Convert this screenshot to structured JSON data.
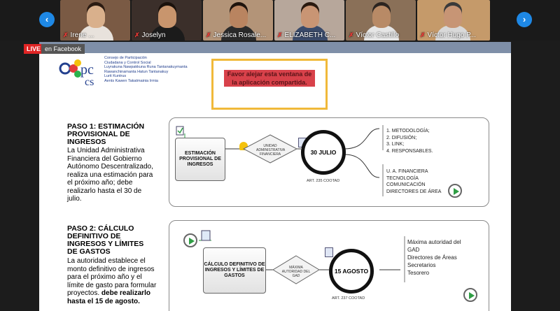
{
  "participants": [
    {
      "name": "Irene ...",
      "bg": "#7a5a44",
      "skin": "#d9b08c",
      "hair": "#2b1b12"
    },
    {
      "name": "Joselyn",
      "bg": "#3b2f2a",
      "skin": "#c8956d",
      "hair": "#1b120c"
    },
    {
      "name": "Jessica Rosale...",
      "bg": "#b39478",
      "skin": "#b98460",
      "hair": "#1f140d"
    },
    {
      "name": "ELIZABETH C...",
      "bg": "#b7a79b",
      "skin": "#c99574",
      "hair": "#2a1a10"
    },
    {
      "name": "Víctor Castillo",
      "bg": "#8a7058",
      "skin": "#b88a66",
      "hair": "#2b2420"
    },
    {
      "name": "Víctor Hugo P...",
      "bg": "#c59a6a",
      "skin": "#c79575",
      "hair": "#3a3a3a"
    }
  ],
  "stream": {
    "live_label": "LIVE",
    "platform_label": "en Facebook"
  },
  "logo": {
    "letters": "cpccs",
    "text": "Consejo de Participación\nCiudadana y Control Social\nLuyrakuna Nawpakkuna Runa Tantanakuymanta\nRawanchinamanta Hatun Tantanakuy\nLurit Kuntrus\nAents Kawen Takatmainia Irmia"
  },
  "warning": {
    "text": "Favor alejar esta ventana de la aplicación compartida."
  },
  "step1": {
    "title": "PASO 1: ESTIMACIÓN PROVISIONAL DE INGRESOS",
    "text": "La Unidad Administrativa Financiera del Gobierno Autónomo Descentralizado, realiza una estimación para el próximo año; debe realizarlo hasta el 30 de julio.",
    "node_label": "ESTIMACIÓN PROVISIONAL DE INGRESOS",
    "diamond_label": "UNIDAD ADMINISTRATIVA FINANCIERA",
    "date": "30 JULIO",
    "article": "ART. 235 COOTAD",
    "list_top": [
      "1. METODOLOGÍA;",
      "2. DIFUSIÓN;",
      "3. LINK;",
      "4. RESPONSABLES."
    ],
    "list_bottom": [
      "U. A. FINANCIERA",
      "TECNOLOGÍA",
      "COMUNICACIÓN",
      "DIRECTORES DE ÁREA"
    ]
  },
  "step2": {
    "title": "PASO 2: CÁLCULO DEFINITIVO DE INGRESOS Y LÍMITES DE GASTOS",
    "text": "La autoridad establece el monto definitivo de ingresos para el próximo año y el límite de gasto para formular proyectos.",
    "text_bold": "debe realizarlo hasta el 15 de agosto.",
    "node_label": "CÁLCULO DEFINITIVO DE INGRESOS Y LÍMITES DE GASTOS",
    "diamond_label": "MÁXIMA AUTORIDAD DEL GAD",
    "date": "15 AGOSTO",
    "article": "ART. 237 COOTAD",
    "list": [
      "Máxima autoridad del GAD",
      "Directores de Áreas",
      "Secretarios",
      "Tesorero"
    ]
  },
  "colors": {
    "live": "#e02424",
    "warning_border": "#f0b93a",
    "warning_bg": "#d8414a",
    "nav": "#1e88e5"
  }
}
